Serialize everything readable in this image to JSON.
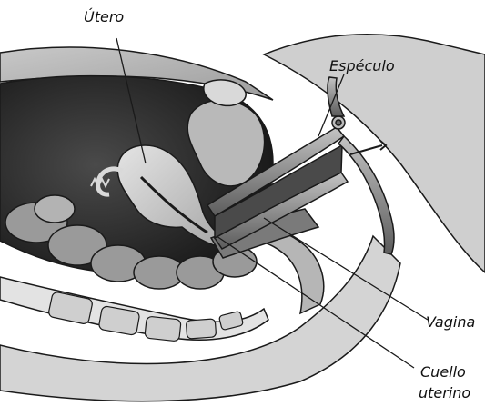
{
  "diagram": {
    "labels": {
      "uterus": "Útero",
      "speculum": "Espéculo",
      "vagina": "Vagina",
      "cervix_line1": "Cuello",
      "cervix_line2": "uterino"
    },
    "colors": {
      "background": "#ffffff",
      "cavity": "#2b2b2b",
      "tissue_light": "#d6d6d6",
      "tissue_mid": "#a9a9a9",
      "tissue_dark": "#6e6e6e",
      "metal": "#8a8a8a",
      "outline": "#1a1a1a"
    }
  }
}
